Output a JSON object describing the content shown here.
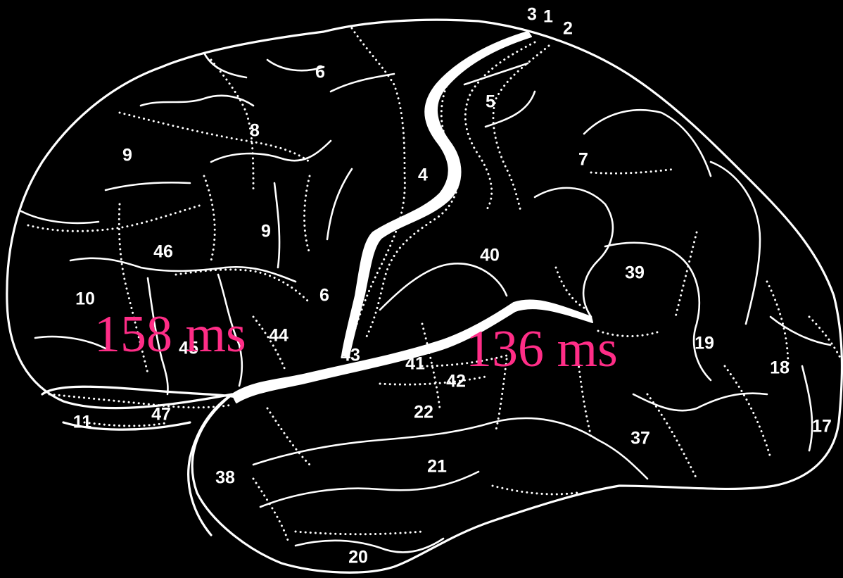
{
  "diagram": {
    "areas": [
      {
        "id": "a3",
        "label": "3"
      },
      {
        "id": "a1",
        "label": "1"
      },
      {
        "id": "a2",
        "label": "2"
      },
      {
        "id": "a6top",
        "label": "6"
      },
      {
        "id": "a5",
        "label": "5"
      },
      {
        "id": "a8",
        "label": "8"
      },
      {
        "id": "a9top",
        "label": "9"
      },
      {
        "id": "a7",
        "label": "7"
      },
      {
        "id": "a4",
        "label": "4"
      },
      {
        "id": "a9mid",
        "label": "9"
      },
      {
        "id": "a40",
        "label": "40"
      },
      {
        "id": "a46",
        "label": "46"
      },
      {
        "id": "a39",
        "label": "39"
      },
      {
        "id": "a10",
        "label": "10"
      },
      {
        "id": "a6low",
        "label": "6"
      },
      {
        "id": "a44",
        "label": "44"
      },
      {
        "id": "a45",
        "label": "45"
      },
      {
        "id": "a43",
        "label": "43"
      },
      {
        "id": "a19",
        "label": "19"
      },
      {
        "id": "a41",
        "label": "41"
      },
      {
        "id": "a18",
        "label": "18"
      },
      {
        "id": "a42",
        "label": "42"
      },
      {
        "id": "a47",
        "label": "47"
      },
      {
        "id": "a22",
        "label": "22"
      },
      {
        "id": "a11",
        "label": "11"
      },
      {
        "id": "a17",
        "label": "17"
      },
      {
        "id": "a37",
        "label": "37"
      },
      {
        "id": "a21",
        "label": "21"
      },
      {
        "id": "a38",
        "label": "38"
      },
      {
        "id": "a20",
        "label": "20"
      }
    ],
    "annotations": {
      "frontal_latency": "158 ms",
      "temporal_latency": "136 ms"
    },
    "colors": {
      "background": "#000000",
      "lines": "#ffffff",
      "annotation": "#ff2d87"
    }
  }
}
